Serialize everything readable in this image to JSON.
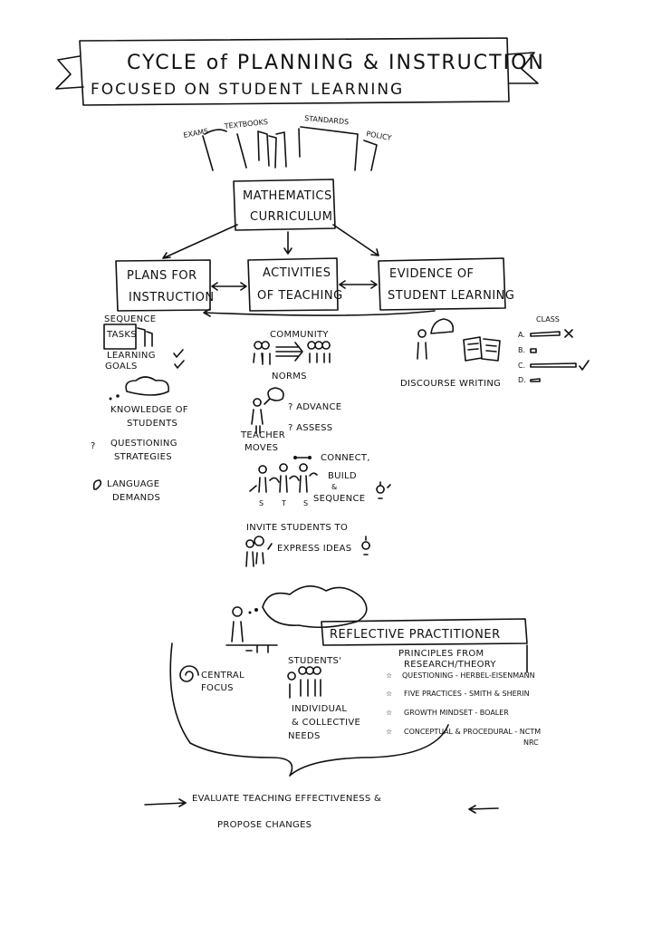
{
  "banner": {
    "title": "CYCLE of PLANNING & INSTRUCTION",
    "subtitle": "FOCUSED ON STUDENT LEARNING"
  },
  "sources": [
    "EXAMS",
    "TEXTBOOKS",
    "STANDARDS",
    "POLICY"
  ],
  "curriculum": {
    "line1": "MATHEMATICS",
    "line2": "CURRICULUM"
  },
  "boxes": {
    "plans": {
      "line1": "PLANS FOR",
      "line2": "INSTRUCTION"
    },
    "activities": {
      "line1": "ACTIVITIES",
      "line2": "OF TEACHING"
    },
    "evidence": {
      "line1": "EVIDENCE OF",
      "line2": "STUDENT LEARNING"
    }
  },
  "plans_items": {
    "sequence": "SEQUENCE",
    "tasks": "TASKS",
    "goals1": "LEARNING",
    "goals2": "GOALS",
    "knowledge1": "KNOWLEDGE OF",
    "knowledge2": "STUDENTS",
    "questioning1": "QUESTIONING",
    "questioning2": "STRATEGIES",
    "language1": "LANGUAGE",
    "language2": "DEMANDS"
  },
  "activities_items": {
    "community": "COMMUNITY",
    "norms": "NORMS",
    "advance": "? ADVANCE",
    "assess": "? ASSESS",
    "teacher1": "TEACHER",
    "teacher2": "MOVES",
    "connect": "CONNECT,",
    "build": "BUILD",
    "amp": "&",
    "sequence": "SEQUENCE",
    "sts": [
      "S",
      "T",
      "S"
    ],
    "invite": "INVITE STUDENTS TO",
    "express": "EXPRESS IDEAS"
  },
  "evidence_items": {
    "discourse": "DISCOURSE",
    "writing": "WRITING",
    "class_label": "CLASS",
    "rows": [
      "A.",
      "B.",
      "C.",
      "D."
    ]
  },
  "reflection": {
    "title": "REFLECTIVE PRACTITIONER",
    "central1": "CENTRAL",
    "central2": "FOCUS",
    "students": "STUDENTS'",
    "needs1": "INDIVIDUAL",
    "needs2": "& COLLECTIVE",
    "needs3": "NEEDS",
    "principles1": "PRINCIPLES FROM",
    "principles2": "RESEARCH/THEORY",
    "principles": [
      "QUESTIONING - HERBEL-EISENMANN",
      "FIVE PRACTICES - SMITH & SHERIN",
      "GROWTH MINDSET - BOALER",
      "CONCEPTUAL & PROCEDURAL - NCTM"
    ],
    "nrc": "NRC"
  },
  "evaluate": {
    "line1": "EVALUATE TEACHING EFFECTIVENESS &",
    "line2": "PROPOSE CHANGES"
  }
}
